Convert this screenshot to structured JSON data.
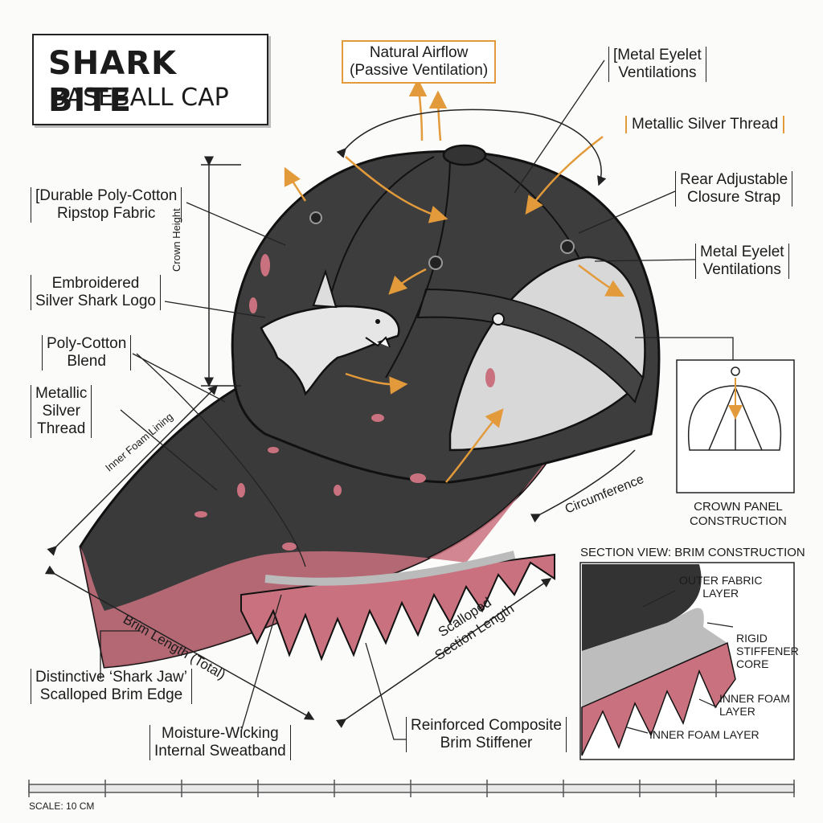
{
  "title": {
    "line1": "SHARK BITE",
    "line2": "BASEBALL CAP"
  },
  "labels": {
    "natural_airflow": [
      "Natural Airflow",
      "(Passive Ventilation)"
    ],
    "metal_eyelet_top": [
      "[Metal Eyelet",
      "Ventilations"
    ],
    "metallic_silver_thread_top": "Metallic Silver Thread",
    "rear_strap": [
      "Rear Adjustable",
      "Closure Strap"
    ],
    "metal_eyelet_right": [
      "Metal Eyelet",
      "Ventilations"
    ],
    "ripstop": [
      "[Durable Poly-Cotton",
      "Ripstop Fabric"
    ],
    "crown_height": "Crown Height",
    "shark_logo": [
      "Embroidered",
      "Silver Shark Logo"
    ],
    "poly_cotton": [
      "Poly-Cotton",
      "Blend"
    ],
    "metallic_thread_left": [
      "Metallic",
      "Silver",
      "Thread"
    ],
    "inner_foam_lining": "Inner Foam Lining",
    "circumference": "Circumference",
    "brim_length": "Brim Length (Total)",
    "scalloped_length": [
      "Scalloped",
      "Section Length"
    ],
    "shark_jaw": [
      "Distinctive ‘Shark Jaw’",
      "Scalloped Brim Edge"
    ],
    "sweatband": [
      "Moisture-Wicking",
      "Internal Sweatband"
    ],
    "composite_stiffener": [
      "Reinforced Composite",
      "Brim Stiffener"
    ],
    "crown_panel": [
      "CROWN PANEL",
      "CONSTRUCTION"
    ]
  },
  "section_view": {
    "title": "SECTION VIEW: BRIM CONSTRUCTION",
    "outer_fabric": [
      "OUTER FABRIC",
      "LAYER"
    ],
    "rigid_core": [
      "RIGID",
      "STIFFENER",
      "CORE"
    ],
    "inner_foam_1": [
      "INNER FOAM",
      "LAYER"
    ],
    "inner_foam_2": "INNER FOAM LAYER"
  },
  "scale": "SCALE: 10 CM",
  "colors": {
    "cap": "#3a3a3a",
    "pink": "#c9717e",
    "orange": "#e29a3b",
    "ink": "#1b1b1b"
  }
}
